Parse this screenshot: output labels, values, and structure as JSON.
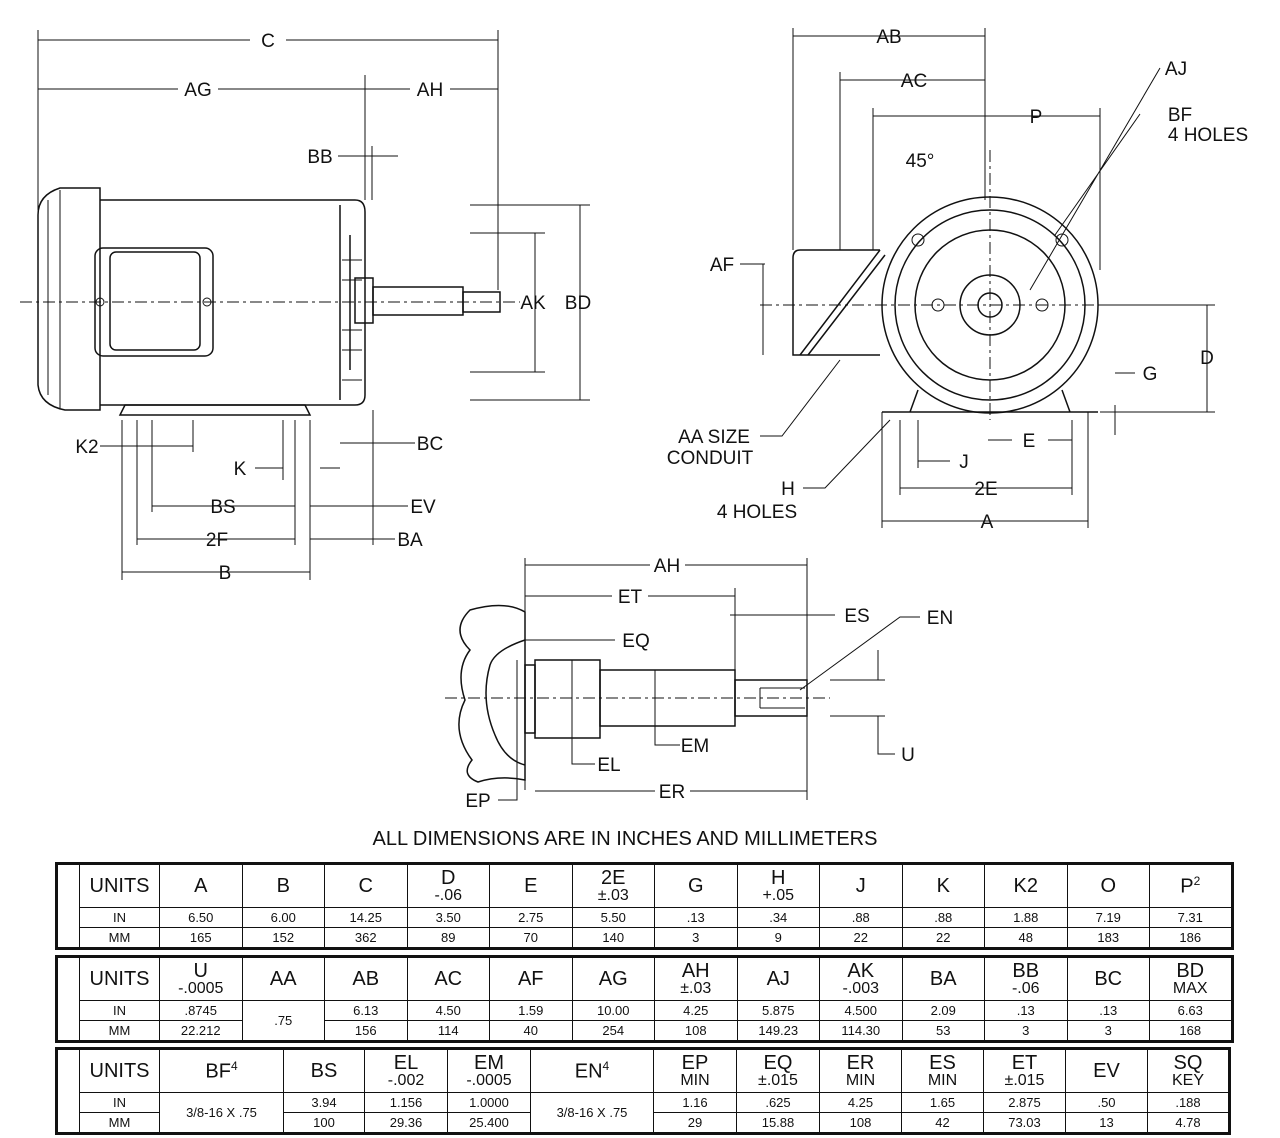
{
  "side_view": {
    "C": "C",
    "AG": "AG",
    "AH": "AH",
    "BB": "BB",
    "AK": "AK",
    "BD": "BD",
    "K2": "K2",
    "K": "K",
    "BC": "BC",
    "BS": "BS",
    "EV": "EV",
    "2F": "2F",
    "BA": "BA",
    "B": "B"
  },
  "front_view": {
    "AB": "AB",
    "AC": "AC",
    "AJ": "AJ",
    "P": "P",
    "BF": "BF",
    "BF_note": "4 HOLES",
    "angle": "45°",
    "AF": "AF",
    "D": "D",
    "G": "G",
    "E": "E",
    "J": "J",
    "2E": "2E",
    "A": "A",
    "AA_line1": "AA SIZE",
    "AA_line2": "CONDUIT",
    "H": "H",
    "H_note": "4 HOLES"
  },
  "shaft_view": {
    "AH": "AH",
    "ET": "ET",
    "ES": "ES",
    "EN": "EN",
    "EQ": "EQ",
    "EM": "EM",
    "EL": "EL",
    "U": "U",
    "ER": "ER",
    "EP": "EP"
  },
  "title": "ALL DIMENSIONS ARE IN INCHES AND MILLIMETERS",
  "units": {
    "label": "UNITS",
    "in": "IN",
    "mm": "MM"
  },
  "table1": [
    {
      "h": "A",
      "t": "",
      "in": "6.50",
      "mm": "165"
    },
    {
      "h": "B",
      "t": "",
      "in": "6.00",
      "mm": "152"
    },
    {
      "h": "C",
      "t": "",
      "in": "14.25",
      "mm": "362"
    },
    {
      "h": "D",
      "t": "-.06",
      "in": "3.50",
      "mm": "89"
    },
    {
      "h": "E",
      "t": "",
      "in": "2.75",
      "mm": "70"
    },
    {
      "h": "2E",
      "t": "±.03",
      "in": "5.50",
      "mm": "140"
    },
    {
      "h": "G",
      "t": "",
      "in": ".13",
      "mm": "3"
    },
    {
      "h": "H",
      "t": "+.05",
      "in": ".34",
      "mm": "9"
    },
    {
      "h": "J",
      "t": "",
      "in": ".88",
      "mm": "22"
    },
    {
      "h": "K",
      "t": "",
      "in": ".88",
      "mm": "22"
    },
    {
      "h": "K2",
      "t": "",
      "in": "1.88",
      "mm": "48"
    },
    {
      "h": "O",
      "t": "",
      "in": "7.19",
      "mm": "183"
    },
    {
      "h": "P",
      "sup": "2",
      "t": "",
      "in": "7.31",
      "mm": "186"
    }
  ],
  "table2": [
    {
      "h": "U",
      "t": "-.0005",
      "in": ".8745",
      "mm": "22.212"
    },
    {
      "h": "AA",
      "t": "",
      "both": ".75"
    },
    {
      "h": "AB",
      "t": "",
      "in": "6.13",
      "mm": "156"
    },
    {
      "h": "AC",
      "t": "",
      "in": "4.50",
      "mm": "114"
    },
    {
      "h": "AF",
      "t": "",
      "in": "1.59",
      "mm": "40"
    },
    {
      "h": "AG",
      "t": "",
      "in": "10.00",
      "mm": "254"
    },
    {
      "h": "AH",
      "t": "±.03",
      "in": "4.25",
      "mm": "108"
    },
    {
      "h": "AJ",
      "t": "",
      "in": "5.875",
      "mm": "149.23"
    },
    {
      "h": "AK",
      "t": "-.003",
      "in": "4.500",
      "mm": "114.30"
    },
    {
      "h": "BA",
      "t": "",
      "in": "2.09",
      "mm": "53"
    },
    {
      "h": "BB",
      "t": "-.06",
      "in": ".13",
      "mm": "3"
    },
    {
      "h": "BC",
      "t": "",
      "in": ".13",
      "mm": "3"
    },
    {
      "h": "BD",
      "t": "MAX",
      "in": "6.63",
      "mm": "168"
    }
  ],
  "table3": [
    {
      "h": "BF",
      "sup": "4",
      "t": "",
      "both": "3/8-16 X .75"
    },
    {
      "h": "BS",
      "t": "",
      "in": "3.94",
      "mm": "100"
    },
    {
      "h": "EL",
      "t": "-.002",
      "in": "1.156",
      "mm": "29.36"
    },
    {
      "h": "EM",
      "t": "-.0005",
      "in": "1.0000",
      "mm": "25.400"
    },
    {
      "h": "EN",
      "sup": "4",
      "t": "",
      "both": "3/8-16 X .75"
    },
    {
      "h": "EP",
      "t": "MIN",
      "in": "1.16",
      "mm": "29"
    },
    {
      "h": "EQ",
      "t": "±.015",
      "in": ".625",
      "mm": "15.88"
    },
    {
      "h": "ER",
      "t": "MIN",
      "in": "4.25",
      "mm": "108"
    },
    {
      "h": "ES",
      "t": "MIN",
      "in": "1.65",
      "mm": "42"
    },
    {
      "h": "ET",
      "t": "±.015",
      "in": "2.875",
      "mm": "73.03"
    },
    {
      "h": "EV",
      "t": "",
      "in": ".50",
      "mm": "13"
    },
    {
      "h": "SQ",
      "t": "KEY",
      "in": ".188",
      "mm": "4.78"
    }
  ]
}
